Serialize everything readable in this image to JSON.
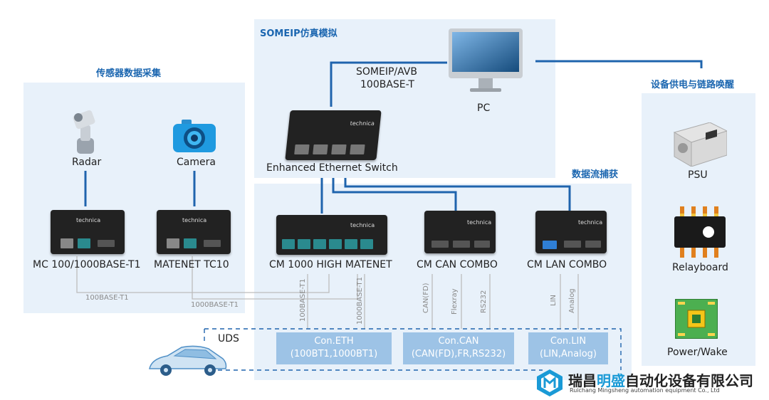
{
  "sections": {
    "sensor": "传感器数据采集",
    "someip": "SOMEIP仿真模拟",
    "capture": "数据流捕获",
    "power": "设备供电与链路唤醒"
  },
  "devices": {
    "radar": "Radar",
    "camera": "Camera",
    "mc": "MC 100/1000BASE-T1",
    "matenet": "MATENET TC10",
    "pc": "PC",
    "switch": "Enhanced Ethernet Switch",
    "cm1000": "CM 1000 HIGH MATENET",
    "cmcan": "CM CAN COMBO",
    "cmlan": "CM LAN COMBO",
    "psu": "PSU",
    "relay": "Relayboard",
    "wake": "Power/Wake"
  },
  "link": {
    "line1": "SOMEIP/AVB",
    "line2": "100BASE-T"
  },
  "wires": {
    "mc_t1": "100BASE-T1",
    "tc10_t1": "1000BASE-T1",
    "v1": "100BASE-T1",
    "v2": "1000BASE-T1",
    "canfd": "CAN(FD)",
    "flexray": "Flexray",
    "rs232": "RS232",
    "lin": "LIN",
    "analog": "Analog"
  },
  "uds": "UDS",
  "connectors": {
    "eth": {
      "title": "Con.ETH",
      "sub": "(100BT1,1000BT1)"
    },
    "can": {
      "title": "Con.CAN",
      "sub": "(CAN(FD),FR,RS232)"
    },
    "lin": {
      "title": "Con.LIN",
      "sub": "(LIN,Analog)"
    }
  },
  "brand": {
    "device_logo": "technica",
    "cn_pre": "瑞昌",
    "cn_hl": "明盛",
    "cn_post": "自动化设备有限公司",
    "en": "Ruichang Mingsheng automation equipment Co., Ltd"
  },
  "colors": {
    "accent": "#1b66b0",
    "panel": "#e8f1fa",
    "connector": "#9dc3e6",
    "brand_hl": "#1a9ad6"
  }
}
